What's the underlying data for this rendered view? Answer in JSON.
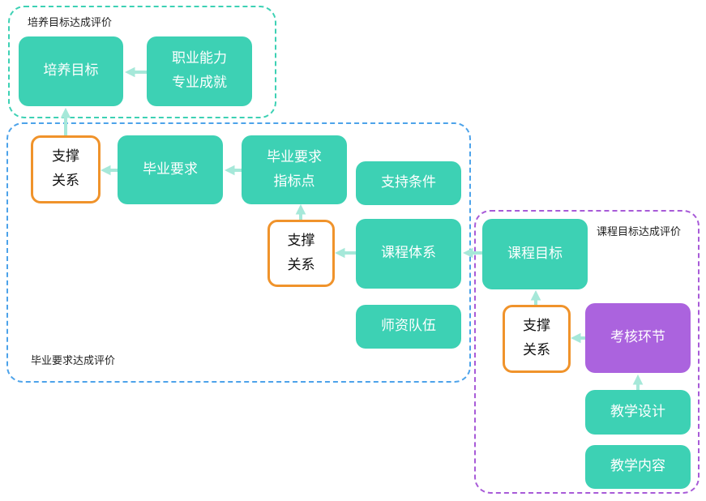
{
  "groups": {
    "training": {
      "label": "培养目标达成评价",
      "color": "#3dd1b4"
    },
    "graduation": {
      "label": "毕业要求达成评价",
      "color": "#4da3ea"
    },
    "course": {
      "label": "课程目标达成评价",
      "color": "#a85bd8"
    }
  },
  "nodes": {
    "training_goal": "培养目标",
    "career_line1": "职业能力",
    "career_line2": "专业成就",
    "support1_line1": "支撑",
    "support1_line2": "关系",
    "grad_req": "毕业要求",
    "grad_indicator_line1": "毕业要求",
    "grad_indicator_line2": "指标点",
    "support_conditions": "支持条件",
    "support2_line1": "支撑",
    "support2_line2": "关系",
    "curriculum_system": "课程体系",
    "faculty": "师资队伍",
    "course_goal": "课程目标",
    "support3_line1": "支撑",
    "support3_line2": "关系",
    "assessment": "考核环节",
    "teaching_design": "教学设计",
    "teaching_content": "教学内容"
  },
  "colors": {
    "box_green": "#3dd1b4",
    "box_purple": "#ab63de",
    "support_border": "#f0932b",
    "arrow": "#a6e8d9"
  }
}
